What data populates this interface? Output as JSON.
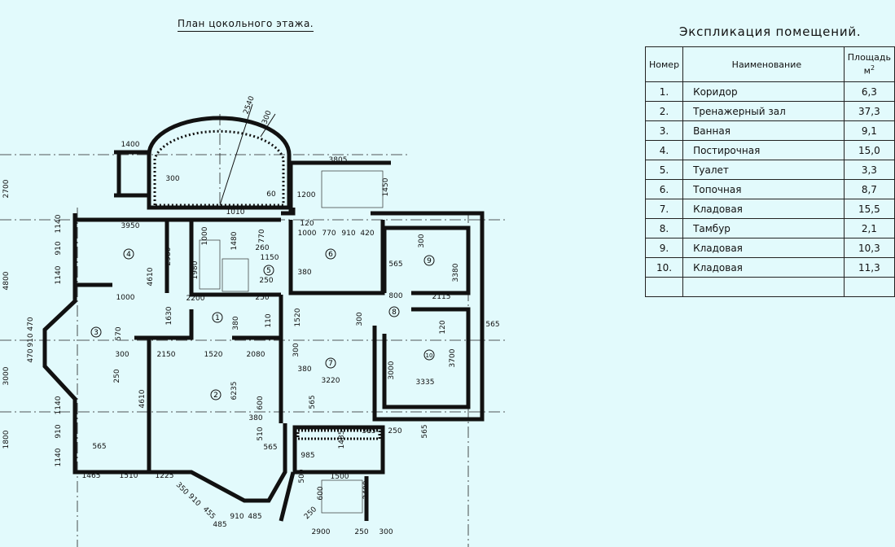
{
  "plan_title": "План цокольного этажа.",
  "explication": {
    "title": "Экспликация помещений.",
    "headers": {
      "number": "Номер",
      "name": "Наименование",
      "area": "Площадь",
      "area_unit": "м",
      "area_sup": "2"
    },
    "rows": [
      {
        "num": "1.",
        "name": "Коридор",
        "area": "6,3"
      },
      {
        "num": "2.",
        "name": "Тренажерный зал",
        "area": "37,3"
      },
      {
        "num": "3.",
        "name": "Ванная",
        "area": "9,1"
      },
      {
        "num": "4.",
        "name": "Постирочная",
        "area": "15,0"
      },
      {
        "num": "5.",
        "name": "Туалет",
        "area": "3,3"
      },
      {
        "num": "6.",
        "name": "Топочная",
        "area": "8,7"
      },
      {
        "num": "7.",
        "name": "Кладовая",
        "area": "15,5"
      },
      {
        "num": "8.",
        "name": "Тамбур",
        "area": "2,1"
      },
      {
        "num": "9.",
        "name": "Кладовая",
        "area": "10,3"
      },
      {
        "num": "10.",
        "name": "Кладовая",
        "area": "11,3"
      },
      {
        "num": "",
        "name": "",
        "area": ""
      }
    ]
  },
  "room_markers": [
    "1",
    "2",
    "3",
    "4",
    "5",
    "6",
    "7",
    "8",
    "9",
    "10"
  ],
  "dimensions": [
    "1400",
    "300",
    "2540",
    "300",
    "3805",
    "1450",
    "60",
    "1200",
    "1010",
    "3950",
    "2980",
    "4610",
    "1000",
    "1480",
    "770",
    "260",
    "1150",
    "250",
    "120",
    "1000",
    "770",
    "910",
    "420",
    "565",
    "380",
    "300",
    "3380",
    "1980",
    "1000",
    "2200",
    "250",
    "1630",
    "380",
    "110",
    "1520",
    "800",
    "2115",
    "565",
    "300",
    "120",
    "570",
    "300",
    "2150",
    "1520",
    "2080",
    "300",
    "380",
    "3220",
    "3000",
    "3700",
    "3335",
    "250",
    "4610",
    "6235",
    "600",
    "565",
    "380",
    "510",
    "565",
    "1485",
    "315",
    "250",
    "565",
    "985",
    "565",
    "1465",
    "1510",
    "1225",
    "500",
    "1500",
    "600",
    "2400",
    "250",
    "2900",
    "250",
    "300",
    "485",
    "910",
    "485",
    "2700",
    "4800",
    "3000",
    "1800",
    "1140",
    "910",
    "1140",
    "470",
    "910",
    "470",
    "1140",
    "910",
    "1140",
    "350",
    "910",
    "455"
  ]
}
